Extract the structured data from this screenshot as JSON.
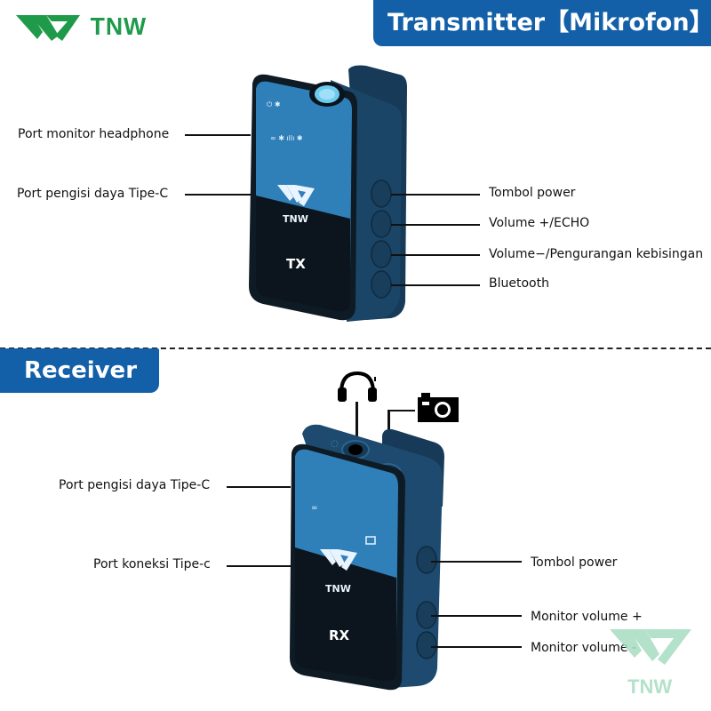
{
  "brand": {
    "name": "TNW",
    "color": "#1f9a4a",
    "watermark_color": "#a8dcc0"
  },
  "transmitter": {
    "title": "Transmitter【Mikrofon】",
    "device_label": "TX",
    "device_brand": "TNW",
    "left_labels": [
      "Port monitor headphone",
      "Port pengisi daya Tipe-C"
    ],
    "right_labels": [
      "Tombol power",
      "Volume +/ECHO",
      "Volume−/Pengurangan kebisingan",
      "Bluetooth"
    ]
  },
  "receiver": {
    "title": "Receiver",
    "device_label": "RX",
    "device_brand": "TNW",
    "top_icons": [
      "headphone-icon",
      "camera-icon"
    ],
    "left_labels": [
      "Port pengisi daya Tipe-C",
      "Port koneksi Tipe-c"
    ],
    "right_labels": [
      "Tombol power",
      "Monitor volume +",
      "Monitor volume -"
    ]
  },
  "colors": {
    "banner": "#1360a8",
    "device_body": "#1d4a6e",
    "device_screen": "#2f7fb8",
    "device_dark": "#0e1a24"
  }
}
